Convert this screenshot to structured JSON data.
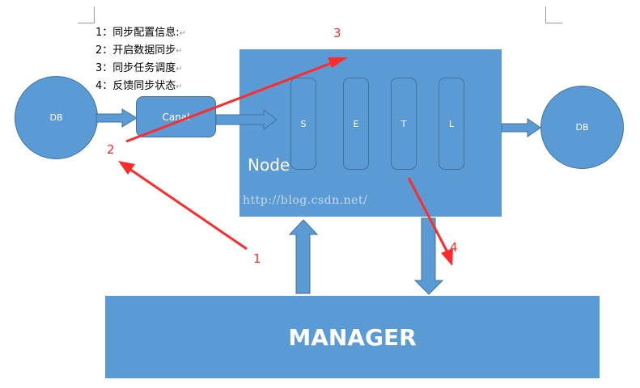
{
  "legend": {
    "items": [
      "1：同步配置信息:",
      "2：开启数据同步",
      "3：同步任务调度",
      "4：反馈同步状态"
    ],
    "mark": "↵"
  },
  "db_source": {
    "label": "DB"
  },
  "db_target": {
    "label": "DB"
  },
  "canal": {
    "label": "Canal"
  },
  "node": {
    "label": "Node"
  },
  "stages": [
    "S",
    "E",
    "T",
    "L"
  ],
  "manager": {
    "label": "MANAGER"
  },
  "watermark": "http://blog.csdn.net/",
  "annotations": {
    "n1": "1",
    "n2": "2",
    "n3": "3",
    "n4": "4"
  },
  "colors": {
    "box_fill": "#5b9bd5",
    "box_border": "#41719c",
    "annotation": "#ff2a2a"
  }
}
